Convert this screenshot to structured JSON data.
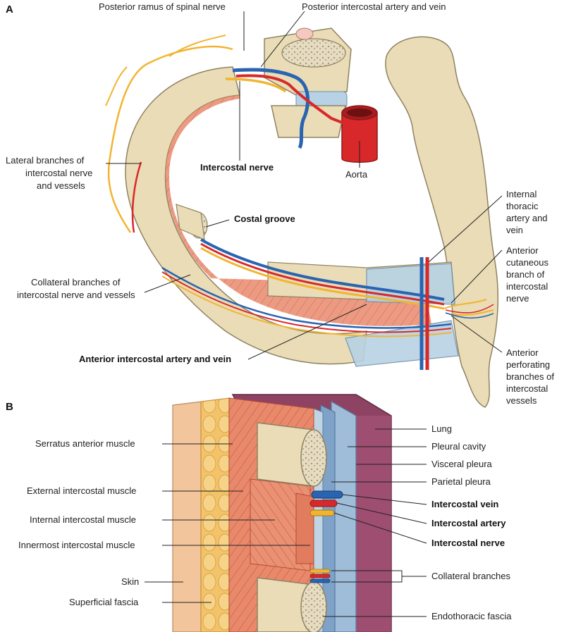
{
  "panels": {
    "a": "A",
    "b": "B"
  },
  "top_labels": {
    "posterior_ramus": "Posterior ramus of spinal nerve",
    "posterior_intercostal_av": "Posterior intercostal artery and vein",
    "lateral_branches": [
      "Lateral branches of",
      "intercostal nerve",
      "and vessels"
    ],
    "intercostal_nerve": "Intercostal nerve",
    "aorta": "Aorta",
    "costal_groove": "Costal groove",
    "collateral_branches": [
      "Collateral branches of",
      "intercostal nerve and vessels"
    ],
    "anterior_intercostal_av": "Anterior intercostal artery and vein",
    "internal_thoracic": [
      "Internal",
      "thoracic",
      "artery and",
      "vein"
    ],
    "anterior_cutaneous": [
      "Anterior",
      "cutaneous",
      "branch of",
      "intercostal",
      "nerve"
    ],
    "anterior_perforating": [
      "Anterior",
      "perforating",
      "branches of",
      "intercostal",
      "vessels"
    ]
  },
  "bottom_labels": {
    "serratus": "Serratus anterior muscle",
    "external_intercostal": "External intercostal muscle",
    "internal_intercostal": "Internal intercostal muscle",
    "innermost_intercostal": "Innermost intercostal muscle",
    "skin": "Skin",
    "superficial_fascia": "Superficial fascia",
    "lung": "Lung",
    "pleural_cavity": "Pleural cavity",
    "visceral_pleura": "Visceral pleura",
    "parietal_pleura": "Parietal pleura",
    "intercostal_vein": "Intercostal vein",
    "intercostal_artery": "Intercostal artery",
    "intercostal_nerve": "Intercostal nerve",
    "collateral_branches": "Collateral branches",
    "endothoracic_fascia": "Endothoracic fascia"
  },
  "colors": {
    "bone": "#e9dcb6",
    "muscle": "#e9896c",
    "artery": "#d8282a",
    "vein": "#2a64b0",
    "nerve": "#f2b430",
    "cartilage": "#b7d2e4",
    "lung": "#8e4363",
    "fat": "#f3c36a"
  }
}
